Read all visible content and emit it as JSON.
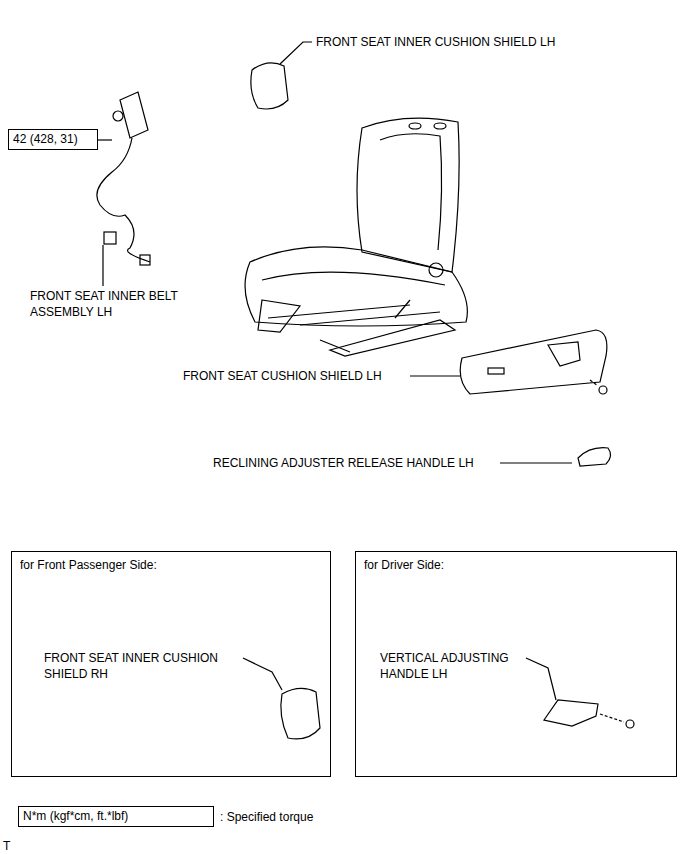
{
  "diagram": {
    "nodes": [
      {
        "text": [
          "42 (428, 31)"
        ]
      },
      {
        "text": [
          "for Front Passenger Side:"
        ]
      },
      {
        "text": [
          "for Driver Side:"
        ]
      },
      {
        "text": [
          "N*m (kgf*cm, ft.*lbf)"
        ]
      }
    ],
    "labels": [
      "FRONT SEAT INNER CUSHION SHIELD LH",
      "FRONT SEAT INNER BELT ASSEMBLY LH",
      "FRONT SEAT CUSHION SHIELD LH",
      "RECLINING ADJUSTER RELEASE HANDLE LH",
      "FRONT SEAT INNER CUSHION SHIELD RH",
      "VERTICAL ADJUSTING HANDLE LH",
      ": Specified torque",
      "T"
    ]
  }
}
